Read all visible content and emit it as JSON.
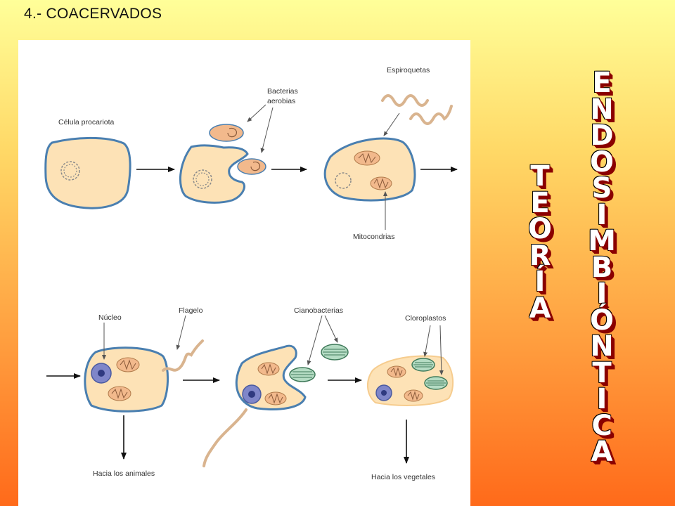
{
  "slide": {
    "title": "4.- COACERVADOS"
  },
  "diagram": {
    "labels": {
      "celula_procariota": "Célula procariota",
      "bacterias_line1": "Bacterias",
      "bacterias_line2": "aerobias",
      "espiroquetas": "Espiroquetas",
      "mitocondrias": "Mitocondrias",
      "nucleo": "Núcleo",
      "flagelo": "Flagelo",
      "cianobacterias": "Cianobacterias",
      "cloroplastos": "Cloroplastos",
      "hacia_animales": "Hacia los animales",
      "hacia_vegetales": "Hacia los vegetales"
    }
  },
  "side_title": {
    "teoria": [
      "T",
      "E",
      "O",
      "R",
      "Í",
      "A"
    ],
    "endosimbiontica": [
      "E",
      "N",
      "D",
      "O",
      "S",
      "I",
      "M",
      "B",
      "I",
      "Ó",
      "N",
      "T",
      "I",
      "C",
      "A"
    ]
  },
  "colors": {
    "cell_fill": "#fde2b6",
    "cell_stroke": "#4a7fb0",
    "mito_fill": "#f2b98c",
    "chloro_fill": "#b5dcc4",
    "nucleus_fill": "#7f86c9",
    "spirochete": "#d9b48f"
  }
}
